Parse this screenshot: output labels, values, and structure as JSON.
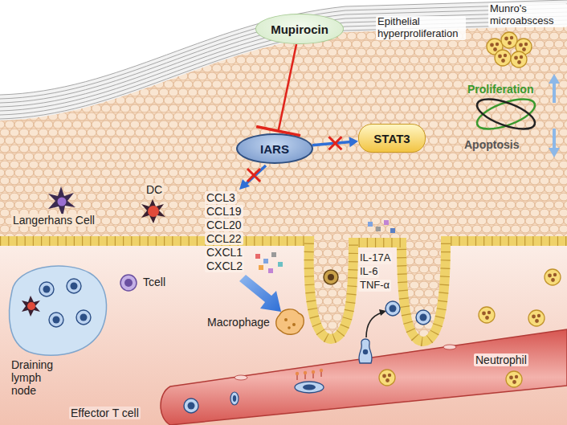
{
  "diagram": {
    "nodes": [
      {
        "text": [
          "Mupirocin"
        ]
      },
      {
        "text": [
          "IARS"
        ]
      },
      {
        "text": [
          "STAT3"
        ]
      }
    ],
    "edges": [
      {
        "from": 0,
        "to": 1,
        "arrow": "to"
      },
      {
        "from": 1,
        "to": 2,
        "arrow": "to"
      }
    ],
    "labels": [
      "Epithelial hyperproliferation",
      "Munro's microabscess",
      "Proliferation",
      "Apoptosis",
      "Langerhans Cell",
      "DC",
      "CCL3",
      "CCL19",
      "CCL20",
      "CCL22",
      "CXCL1",
      "CXCL2",
      "IL-17A",
      "IL-6",
      "TNF-α",
      "Draining lymph node",
      "Tcell",
      "Macrophage",
      "Effector T cell",
      "Neutrophil"
    ]
  }
}
